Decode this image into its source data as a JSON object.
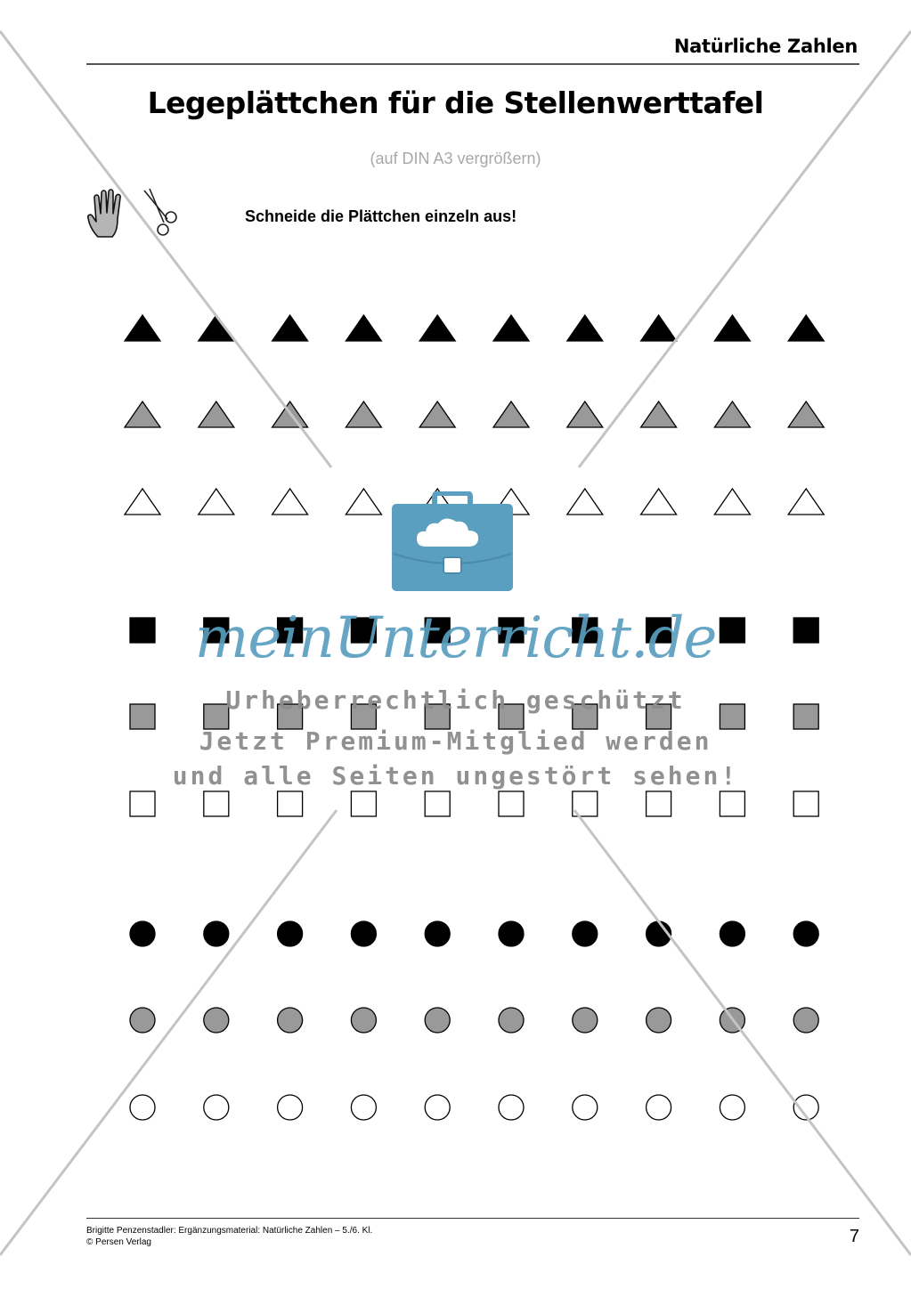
{
  "header": {
    "section_title": "Natürliche Zahlen",
    "page_title": "Legeplättchen für die Stellenwerttafel",
    "subtitle": "(auf DIN A3 vergrößern)"
  },
  "task": {
    "icons": [
      "hand-icon",
      "scissors-icon"
    ],
    "instruction": "Schneide die Plättchen einzeln aus!"
  },
  "tiles": {
    "per_row": 10,
    "rows": [
      {
        "shape": "triangle",
        "fill": "#000000"
      },
      {
        "shape": "triangle",
        "fill": "#999999"
      },
      {
        "shape": "triangle",
        "fill": "#ffffff"
      },
      {
        "shape": "square",
        "fill": "#000000"
      },
      {
        "shape": "square",
        "fill": "#999999"
      },
      {
        "shape": "square",
        "fill": "#ffffff"
      },
      {
        "shape": "circle",
        "fill": "#000000"
      },
      {
        "shape": "circle",
        "fill": "#999999"
      },
      {
        "shape": "circle",
        "fill": "#ffffff"
      }
    ]
  },
  "watermark": {
    "brand": "meinUnterricht.de",
    "line1": "Urheberrechtlich geschützt",
    "line2": "Jetzt Premium-Mitglied werden",
    "line3": "und alle Seiten ungestört sehen!",
    "icon": "briefcase-cloud-icon",
    "color": "#5a9fc0"
  },
  "footer": {
    "credit": "Brigitte Penzenstadler: Ergänzungsmaterial: Natürliche Zahlen – 5./6. Kl.",
    "publisher": "© Persen Verlag",
    "page_number": "7"
  }
}
